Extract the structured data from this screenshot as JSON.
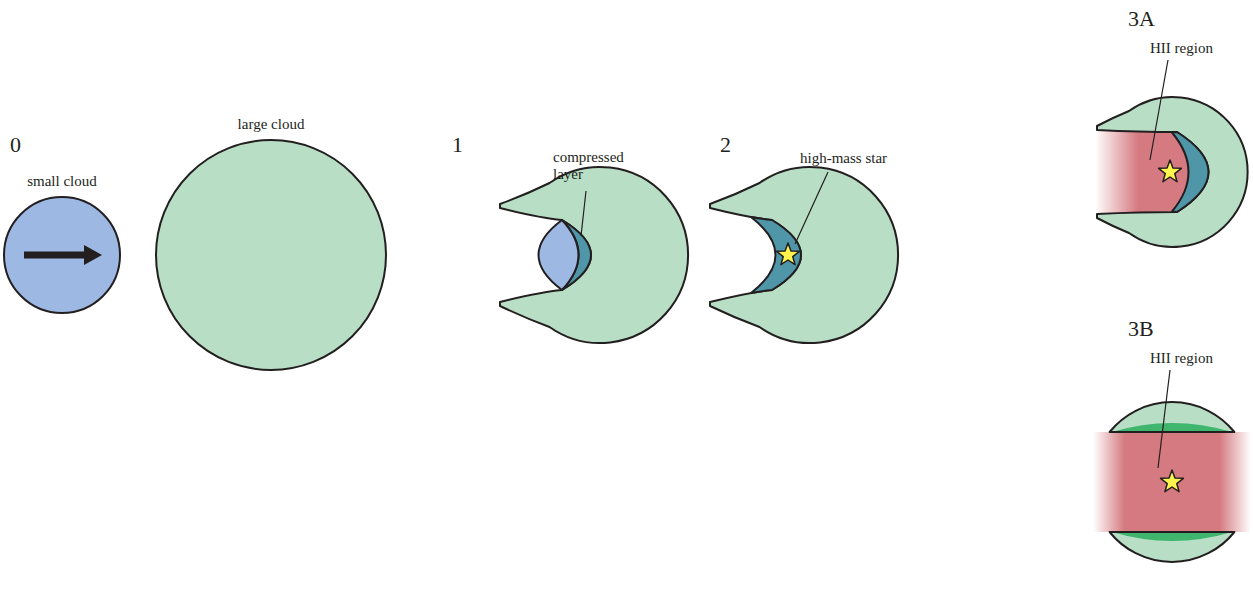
{
  "diagram": {
    "nodes": [
      {
        "text": [
          "small cloud"
        ]
      },
      {
        "text": [
          "large cloud"
        ]
      }
    ],
    "labels": [
      "0",
      "1",
      "compressed layer",
      "2",
      "high-mass star",
      "3A",
      "HII region",
      "3B",
      "HII region"
    ]
  }
}
